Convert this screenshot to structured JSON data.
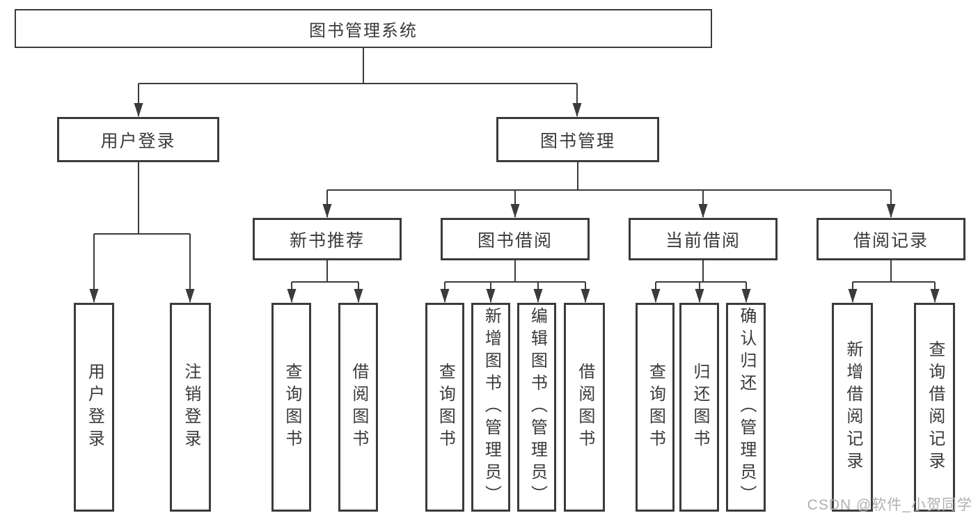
{
  "diagram": {
    "title": "图书管理系统",
    "branches": [
      {
        "label": "用户登录",
        "children": [
          {
            "label": "用户登录"
          },
          {
            "label": "注销登录"
          }
        ]
      },
      {
        "label": "图书管理",
        "children": [
          {
            "label": "新书推荐",
            "children": [
              {
                "label": "查询图书"
              },
              {
                "label": "借阅图书"
              }
            ]
          },
          {
            "label": "图书借阅",
            "children": [
              {
                "label": "查询图书"
              },
              {
                "label": "新增图书（管理员）"
              },
              {
                "label": "编辑图书（管理员）"
              },
              {
                "label": "借阅图书"
              }
            ]
          },
          {
            "label": "当前借阅",
            "children": [
              {
                "label": "查询图书"
              },
              {
                "label": "归还图书"
              },
              {
                "label": "确认归还（管理员）"
              }
            ]
          },
          {
            "label": "借阅记录",
            "children": [
              {
                "label": "新增借阅记录"
              },
              {
                "label": "查询借阅记录"
              }
            ]
          }
        ]
      }
    ]
  },
  "watermark": {
    "text": "CSDN @软件_小贺同学"
  },
  "colors": {
    "line": "#3b3b3b",
    "box_border": "#3b3b3b",
    "box_background": "#ffffff",
    "text": "#3a3a3a",
    "watermark": "#b0b0b0",
    "page_background": "#ffffff"
  }
}
